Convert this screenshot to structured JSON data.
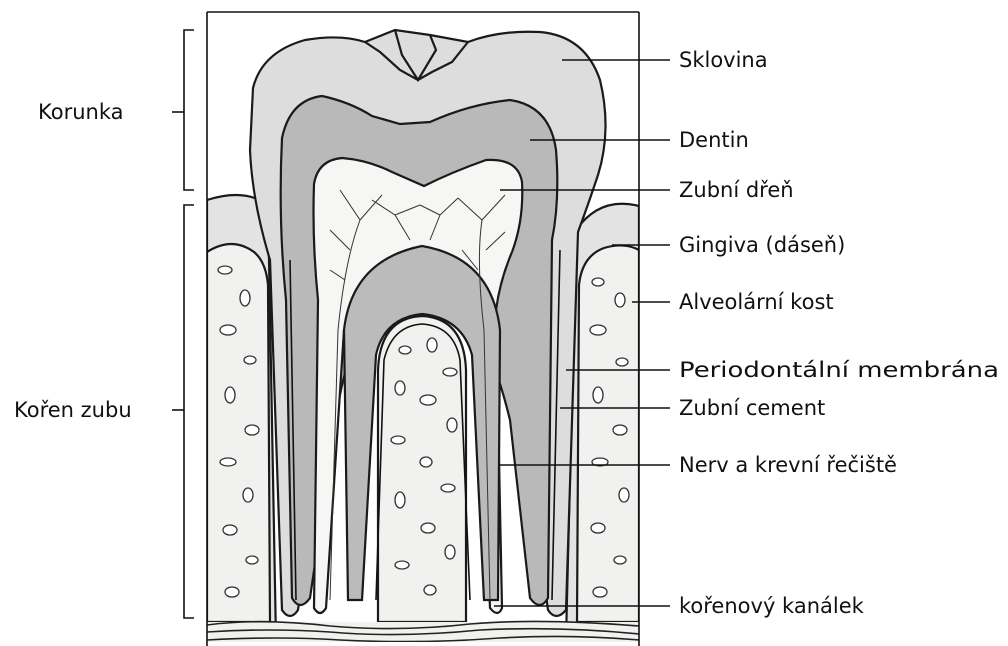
{
  "diagram": {
    "left_labels": {
      "crown": "Korunka",
      "root": "Kořen zubu"
    },
    "right_labels": {
      "enamel": "Sklovina",
      "dentin": "Dentin",
      "pulp": "Zubní dřeň",
      "gingiva": "Gingiva (dáseň)",
      "alveolar_bone": "Alveolární kost",
      "periodontal_membrane": "Periodontální membrána",
      "cementum": "Zubní cement",
      "nerve_vessels": "Nerv a krevní řečiště",
      "root_canal": "kořenový kanálek"
    }
  }
}
